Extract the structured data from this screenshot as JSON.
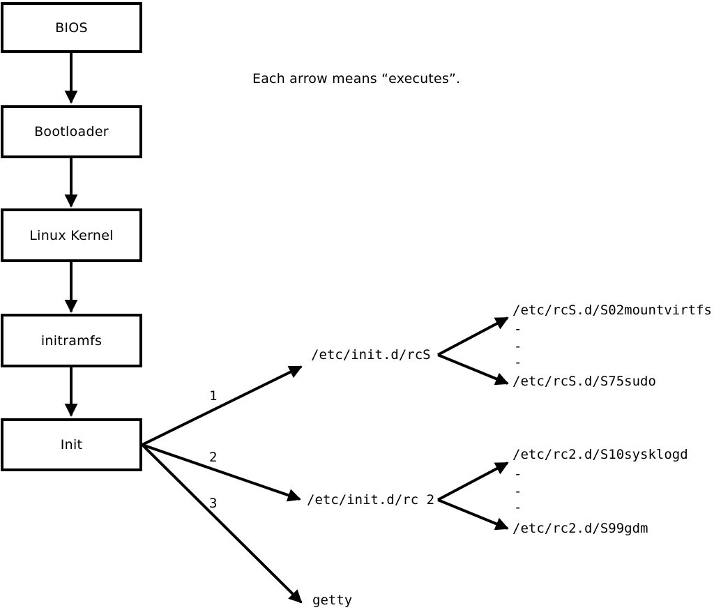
{
  "note": "Each arrow means “executes”.",
  "colors": {
    "line": "#000000",
    "background": "#ffffff",
    "box_fill": "#ffffff"
  },
  "boot_chain": [
    {
      "label": "BIOS"
    },
    {
      "label": "Bootloader"
    },
    {
      "label": "Linux Kernel"
    },
    {
      "label": "initramfs"
    },
    {
      "label": "Init"
    }
  ],
  "init_branches": [
    {
      "order": "1",
      "target": "/etc/init.d/rcS",
      "scripts_first": "/etc/rcS.d/S02mountvirtfs",
      "scripts_ellipsis": [
        "-",
        "-",
        "-"
      ],
      "scripts_last": "/etc/rcS.d/S75sudo"
    },
    {
      "order": "2",
      "target": "/etc/init.d/rc 2",
      "scripts_first": "/etc/rc2.d/S10sysklogd",
      "scripts_ellipsis": [
        "-",
        "-",
        "-"
      ],
      "scripts_last": "/etc/rc2.d/S99gdm"
    },
    {
      "order": "3",
      "target": "getty"
    }
  ]
}
